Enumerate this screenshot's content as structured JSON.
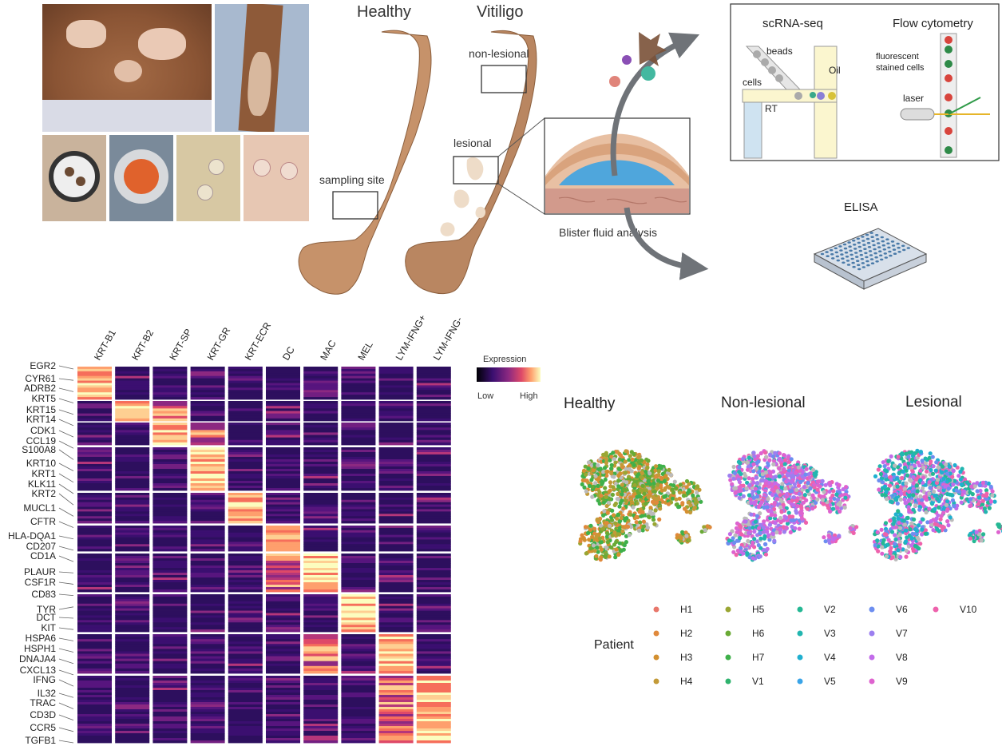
{
  "schematic": {
    "healthy_label": "Healthy",
    "vitiligo_label": "Vitiligo",
    "sampling_site": "sampling site",
    "non_lesional": "non-lesional",
    "lesional": "lesional",
    "blister_fluid": "Blister fluid analysis",
    "scrna_title": "scRNA-seq",
    "beads": "beads",
    "cells": "cells",
    "rt": "RT",
    "oil": "Oil",
    "flow_title": "Flow cytometry",
    "fluorescent": "fluorescent",
    "stained_cells": "stained cells",
    "laser": "laser",
    "elisa": "ELISA"
  },
  "heatmap": {
    "columns": [
      "KRT-B1",
      "KRT-B2",
      "KRT-SP",
      "KRT-GR",
      "KRT-ECR",
      "DC",
      "MAC",
      "MEL",
      "LYM-IFNG+",
      "LYM-IFNG-"
    ],
    "genes": [
      "EGR2",
      "CYR61",
      "ADRB2",
      "KRT5",
      "KRT15",
      "KRT14",
      "CDK1",
      "CCL19",
      "S100A8",
      "KRT10",
      "KRT1",
      "KLK11",
      "KRT2",
      "MUCL1",
      "CFTR",
      "HLA-DQA1",
      "CD207",
      "CD1A",
      "PLAUR",
      "CSF1R",
      "CD83",
      "TYR",
      "DCT",
      "KIT",
      "HSPA6",
      "HSPH1",
      "DNAJA4",
      "CXCL13",
      "IFNG",
      "IL32",
      "TRAC",
      "CD3D",
      "CCR5",
      "TGFB1"
    ],
    "legend_title": "Expression",
    "legend_low": "Low",
    "legend_high": "High"
  },
  "tsne": {
    "panels": [
      "Healthy",
      "Non-lesional",
      "Lesional"
    ],
    "legend_title": "Patient",
    "patients": [
      {
        "name": "H1",
        "color": "#e8776b"
      },
      {
        "name": "H2",
        "color": "#e0893c"
      },
      {
        "name": "H3",
        "color": "#d39030"
      },
      {
        "name": "H4",
        "color": "#c39a38"
      },
      {
        "name": "H5",
        "color": "#9aa633"
      },
      {
        "name": "H6",
        "color": "#6aaa35"
      },
      {
        "name": "H7",
        "color": "#3fb04a"
      },
      {
        "name": "V1",
        "color": "#2fb36e"
      },
      {
        "name": "V2",
        "color": "#25b894"
      },
      {
        "name": "V3",
        "color": "#22b6b0"
      },
      {
        "name": "V4",
        "color": "#20b0d0"
      },
      {
        "name": "V5",
        "color": "#3aa4e8"
      },
      {
        "name": "V6",
        "color": "#6d8ef0"
      },
      {
        "name": "V7",
        "color": "#9c7ff0"
      },
      {
        "name": "V8",
        "color": "#c26cea"
      },
      {
        "name": "V9",
        "color": "#de63cf"
      },
      {
        "name": "V10",
        "color": "#ee62ac"
      }
    ]
  }
}
